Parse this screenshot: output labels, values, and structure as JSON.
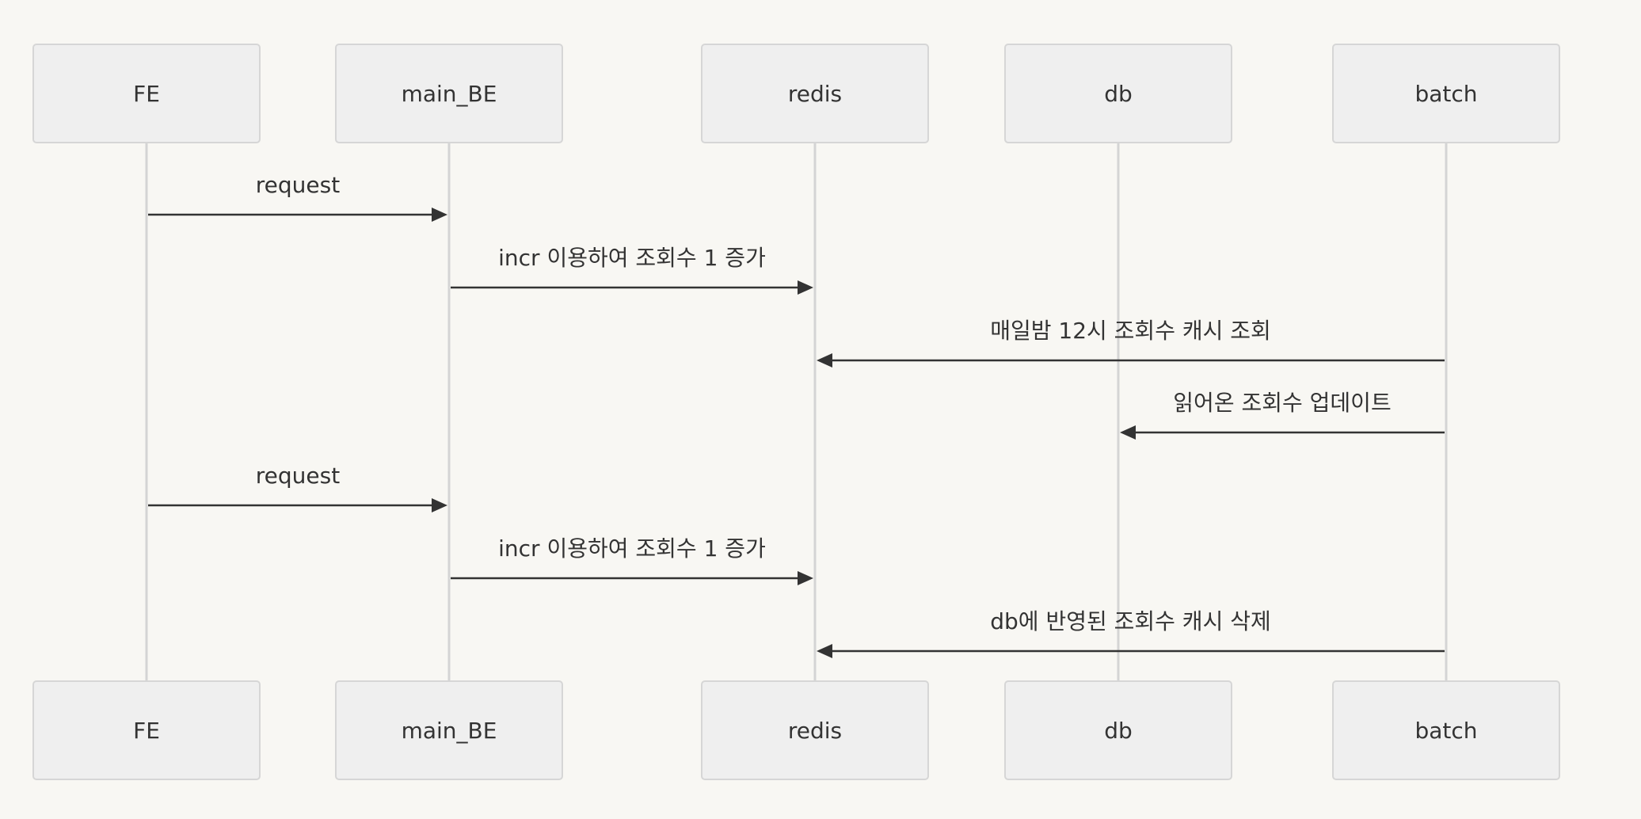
{
  "participants": [
    {
      "id": "FE",
      "label": "FE"
    },
    {
      "id": "main_BE",
      "label": "main_BE"
    },
    {
      "id": "redis",
      "label": "redis"
    },
    {
      "id": "db",
      "label": "db"
    },
    {
      "id": "batch",
      "label": "batch"
    }
  ],
  "messages": [
    {
      "from": "FE",
      "to": "main_BE",
      "label": "request"
    },
    {
      "from": "main_BE",
      "to": "redis",
      "label": "incr 이용하여 조회수 1 증가"
    },
    {
      "from": "batch",
      "to": "redis",
      "label": "매일밤 12시 조회수 캐시 조회"
    },
    {
      "from": "batch",
      "to": "db",
      "label": "읽어온 조회수 업데이트"
    },
    {
      "from": "FE",
      "to": "main_BE",
      "label": "request"
    },
    {
      "from": "main_BE",
      "to": "redis",
      "label": "incr 이용하여 조회수 1 증가"
    },
    {
      "from": "batch",
      "to": "redis",
      "label": "db에 반영된 조회수 캐시 삭제"
    }
  ]
}
